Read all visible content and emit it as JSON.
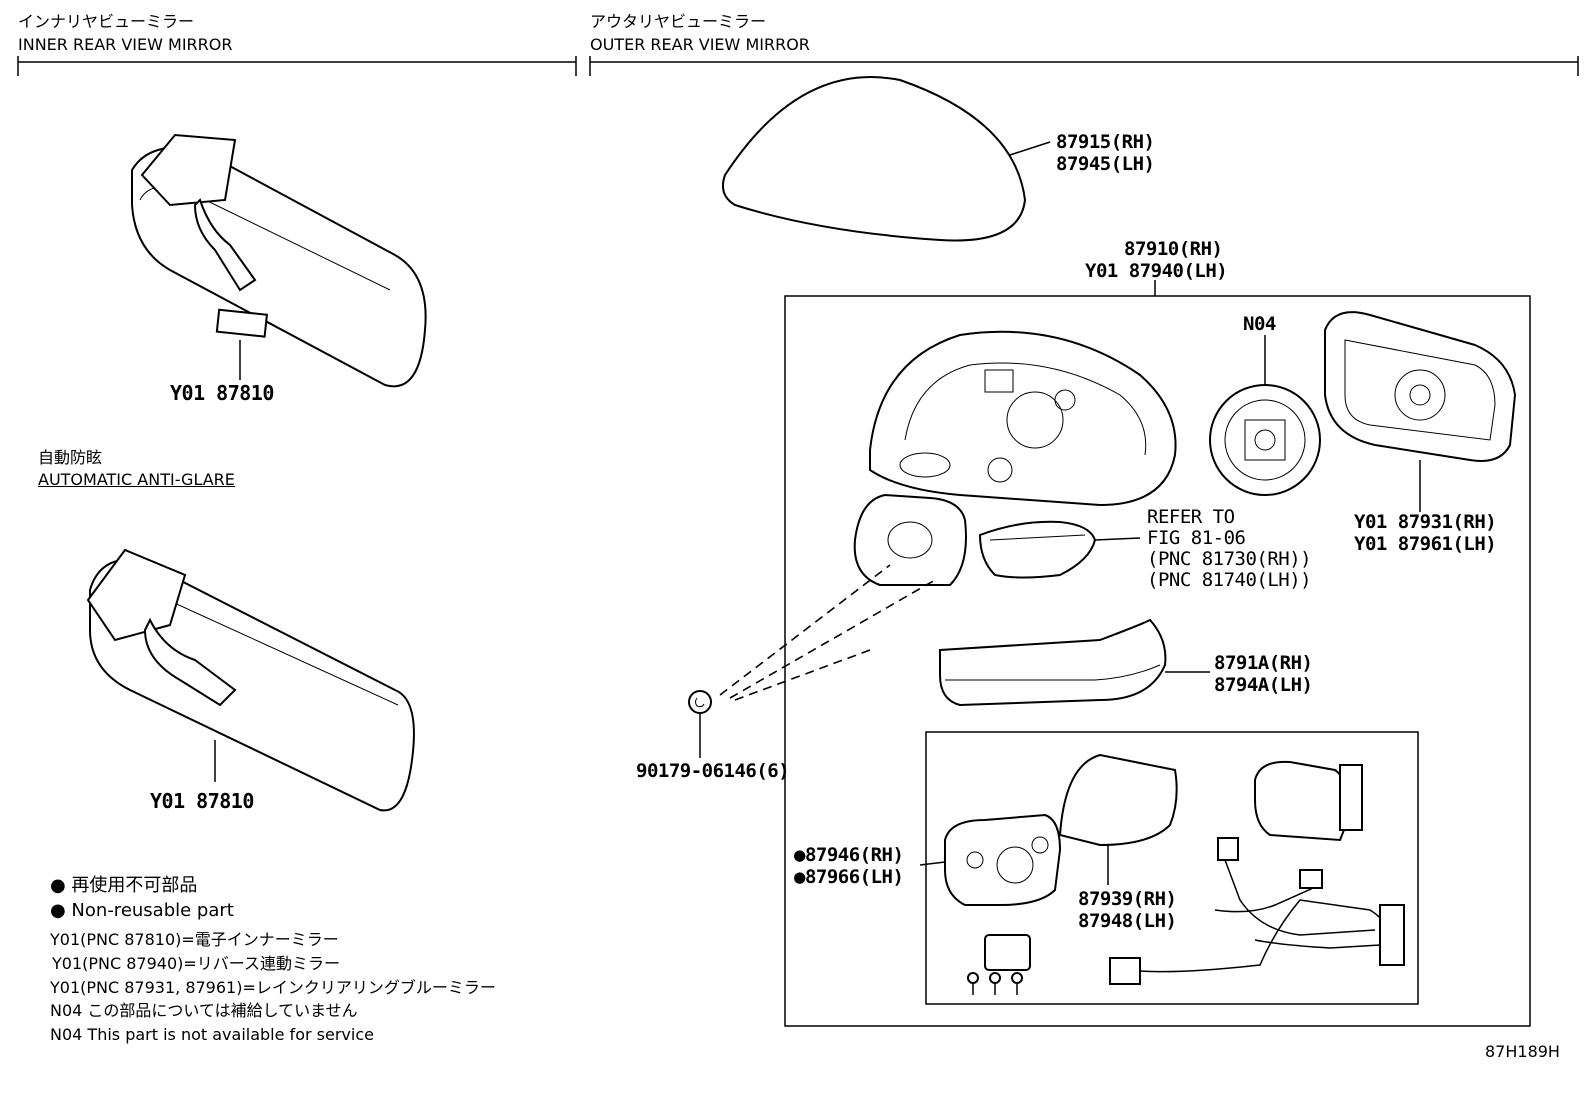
{
  "inner_section": {
    "title_ja": "インナリヤビューミラー",
    "title_en": "INNER REAR VIEW MIRROR"
  },
  "outer_section": {
    "title_ja": "アウタリヤビューミラー",
    "title_en": "OUTER REAR VIEW MIRROR"
  },
  "anti_glare": {
    "title_ja": "自動防眩",
    "title_en": "AUTOMATIC ANTI-GLARE"
  },
  "parts": {
    "inner_mirror_1": "Y01 87810",
    "inner_mirror_2": "Y01 87810",
    "cover_rh": "87915(RH)",
    "cover_lh": "87945(LH)",
    "assy_rh": "87910(RH)",
    "assy_lh": "Y01 87940(LH)",
    "n04": "N04",
    "glass_rh": "Y01 87931(RH)",
    "glass_lh": "Y01 87961(LH)",
    "refer_1": "REFER TO",
    "refer_2": "FIG 81-06",
    "refer_3": "(PNC 81730(RH))",
    "refer_4": "(PNC 81740(LH))",
    "lamp_rh": "8791A(RH)",
    "lamp_lh": "8794A(LH)",
    "clip": "90179-06146(6)",
    "holder_rh": "●87946(RH)",
    "holder_lh": "●87966(LH)",
    "mirror_rh": "87939(RH)",
    "mirror_lh": "87948(LH)"
  },
  "legend": {
    "nonreusable_ja": "● 再使用不可部品",
    "nonreusable_en": "● Non-reusable part",
    "y01_a": "Y01(PNC 87810)=電子インナーミラー",
    "y01_b": "Y01(PNC 87940)=リバース連動ミラー",
    "y01_c": "Y01(PNC 87931, 87961)=レインクリアリングブルーミラー",
    "n04_ja": "N04 この部品については補給していません",
    "n04_en": "N04 This part is not available for service"
  },
  "figure_code": "87H189H"
}
